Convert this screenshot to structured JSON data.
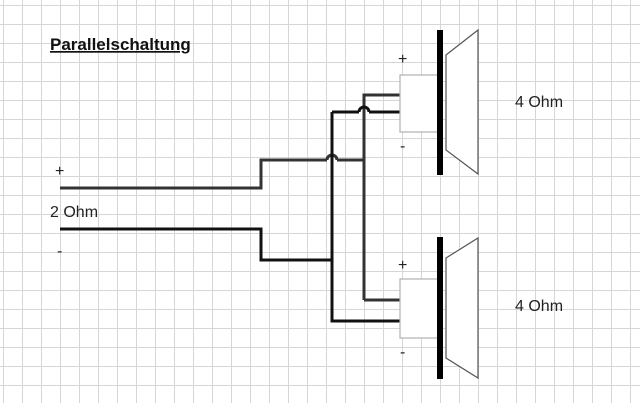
{
  "title": "Parallelschaltung",
  "source": {
    "plus": "+",
    "label": "2 Ohm",
    "minus": "-"
  },
  "speakers": [
    {
      "plus": "+",
      "minus": "-",
      "label": "4 Ohm"
    },
    {
      "plus": "+",
      "minus": "-",
      "label": "4 Ohm"
    }
  ],
  "colors": {
    "wire": "#111111",
    "wire_plus": "#333333",
    "grid": "#d6d6d6",
    "magnet": "#b0b0b0"
  }
}
